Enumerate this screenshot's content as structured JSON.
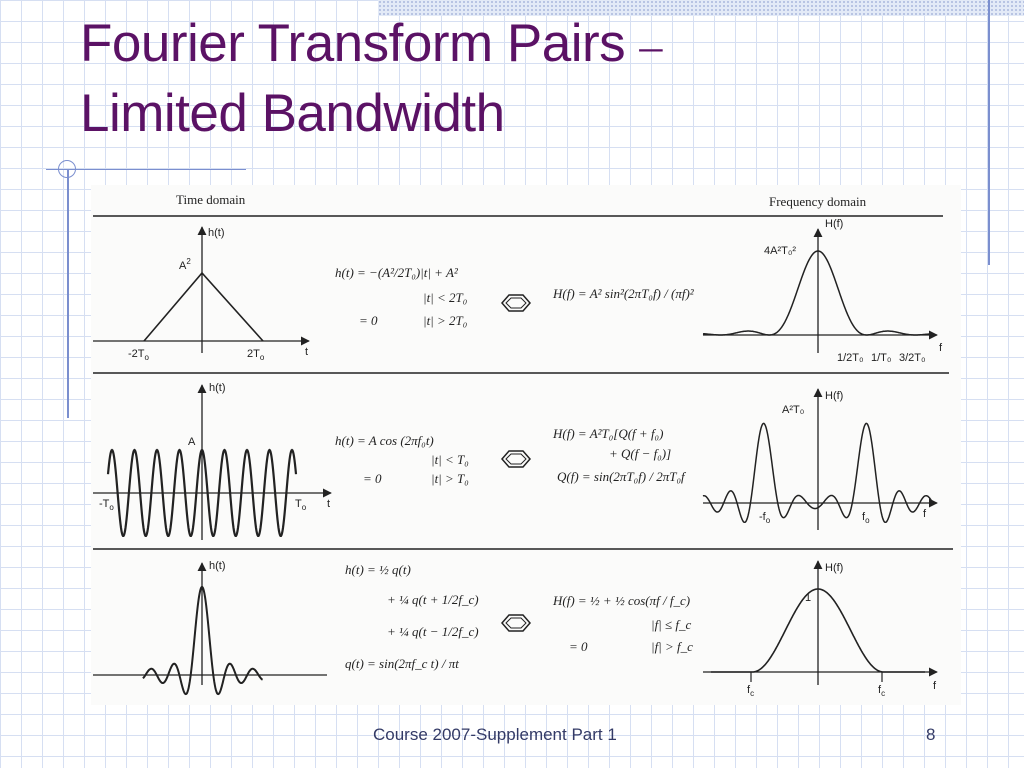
{
  "slide": {
    "title_line1": "Fourier Transform Pairs ",
    "title_dash": "–",
    "title_line2": "Limited Bandwidth",
    "footer": "Course 2007-Supplement Part 1",
    "page_number": "8"
  },
  "figure": {
    "headers": {
      "time": "Time domain",
      "frequency": "Frequency domain"
    },
    "rows": [
      {
        "time_label": "h(t)",
        "freq_label": "H(f)",
        "time_peak": "A",
        "time_peak_exp": "2",
        "time_ticks": [
          "-2T",
          "2T"
        ],
        "tick_sub": "o",
        "t_axis": "t",
        "time_eq": [
          "h(t) = −(A²/2T₀)|t| + A²",
          "|t| < 2T₀",
          "= 0",
          "|t| > 2T₀"
        ],
        "freq_eq": [
          "H(f) = A² sin²(2πT₀f) / (πf)²"
        ],
        "freq_peak": "4A²T₀²",
        "freq_ticks": [
          "1/2T₀",
          "1/T₀",
          "3/2T₀"
        ],
        "f_axis": "f"
      },
      {
        "time_label": "h(t)",
        "freq_label": "H(f)",
        "time_peak": "A",
        "time_ticks": [
          "-T",
          "T"
        ],
        "tick_sub": "o",
        "t_axis": "t",
        "time_eq": [
          "h(t) = A cos (2πf₀t)",
          "|t| < T₀",
          "= 0",
          "|t| > T₀"
        ],
        "freq_eq": [
          "H(f) = A²T₀[Q(f + f₀)",
          "+ Q(f − f₀)]",
          "Q(f) = sin(2πT₀f) / 2πT₀f"
        ],
        "freq_peak": "A²T₀",
        "freq_ticks": [
          "-f",
          "f"
        ],
        "f_axis": "f"
      },
      {
        "time_label": "h(t)",
        "freq_label": "H(f)",
        "time_eq": [
          "h(t) = ½ q(t)",
          "+ ¼ q(t + 1/2f_c)",
          "+ ¼ q(t − 1/2f_c)",
          "q(t) = sin(2πf_c t) / πt"
        ],
        "freq_eq": [
          "H(f) = ½ + ½ cos(πf / f_c)",
          "|f| ≤ f_c",
          "= 0",
          "|f| > f_c"
        ],
        "freq_peak": "1",
        "freq_ticks": [
          "f",
          "f"
        ],
        "freq_tick_sub": "c",
        "f_axis": "f"
      }
    ]
  }
}
